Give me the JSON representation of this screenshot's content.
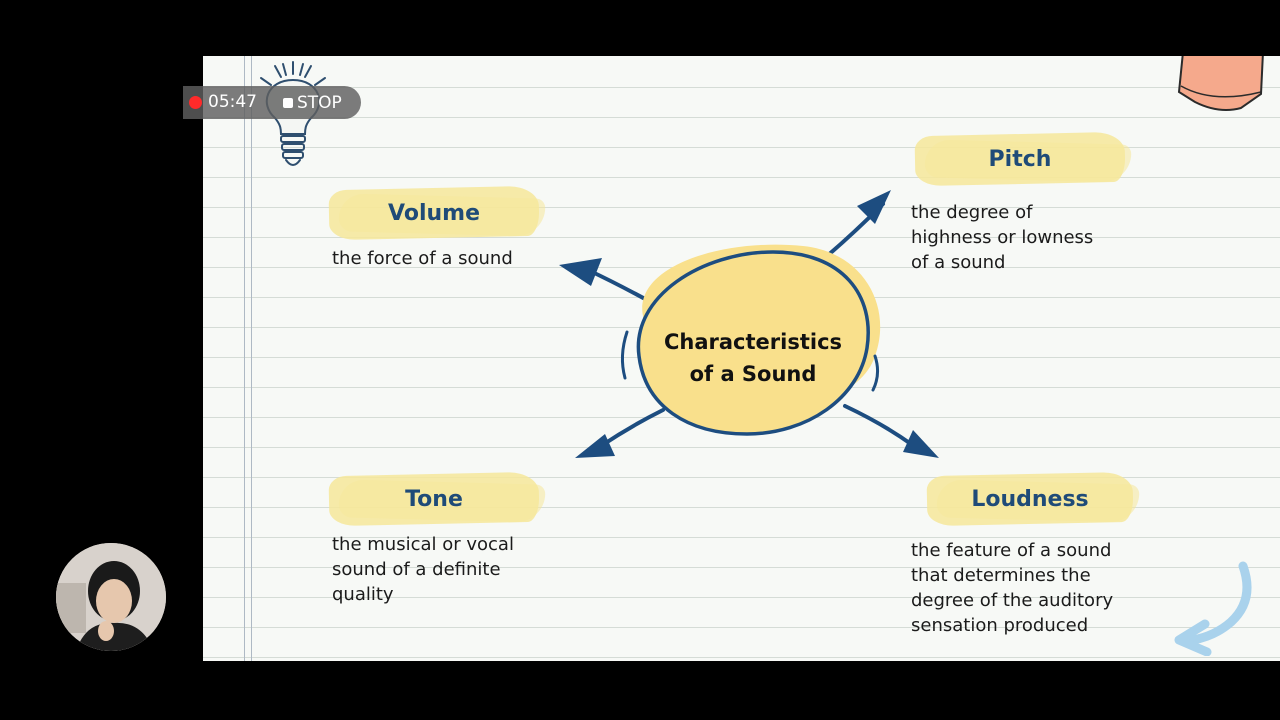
{
  "recording": {
    "time": "05:47",
    "stop_label": "STOP"
  },
  "slide": {
    "center": {
      "line1": "Characteristics",
      "line2": "of a Sound"
    },
    "concepts": {
      "volume": {
        "heading": "Volume",
        "lines": [
          "the force of a sound"
        ]
      },
      "pitch": {
        "heading": "Pitch",
        "lines": [
          "the degree of",
          "highness or lowness",
          "of a sound"
        ]
      },
      "tone": {
        "heading": "Tone",
        "lines": [
          "the musical or vocal",
          "sound of a definite",
          "quality"
        ]
      },
      "loudness": {
        "heading": "Loudness",
        "lines": [
          "the feature of a sound",
          "that determines the",
          "degree of the auditory",
          "sensation produced"
        ]
      }
    }
  },
  "colors": {
    "highlight": "#f6e89a",
    "heading": "#1f4b78",
    "center_fill": "#f9e08c",
    "arrow": "#1d4d80",
    "rec_dot": "#ff2a2a"
  },
  "icons": {
    "lightbulb": "lightbulb-icon",
    "pencil_eraser": "pencil-eraser-icon",
    "curved_arrow": "curved-arrow-icon",
    "record": "record-dot-icon",
    "stop": "stop-icon"
  }
}
